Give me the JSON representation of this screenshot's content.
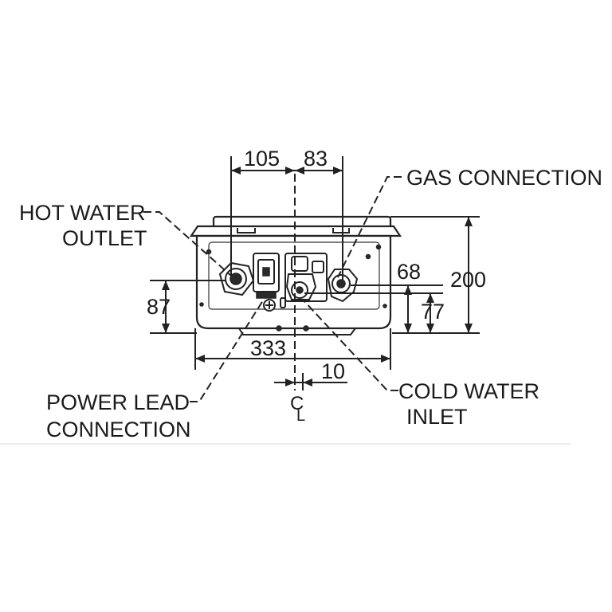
{
  "labels": {
    "hot_water_outlet_1": "HOT WATER",
    "hot_water_outlet_2": "OUTLET",
    "gas_connection": "GAS CONNECTION",
    "power_lead_1": "POWER LEAD",
    "power_lead_2": "CONNECTION",
    "cold_water_1": "COLD WATER",
    "cold_water_2": "INLET",
    "centerline": "C",
    "centerline_sub": "L"
  },
  "dimensions": {
    "d105": "105",
    "d83": "83",
    "d68": "68",
    "d200": "200",
    "d87": "87",
    "d77": "77",
    "d333": "333",
    "d10": "10"
  }
}
